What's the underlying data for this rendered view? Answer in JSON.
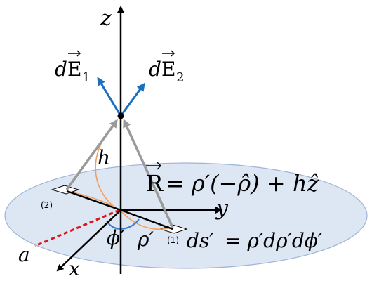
{
  "colors": {
    "disk_fill": "#dde6f3",
    "disk_stroke": "#9fb4d8",
    "field_vector": "#1a6fc0",
    "r_vector": "#9a9a9a",
    "radius_line": "#e0141b",
    "arc_orange": "#f0a060",
    "arc_blue": "#3a7fd0",
    "axes": "#000000"
  },
  "icons": {
    "axes": "cartesian-axes",
    "field_vectors": "arrow-up-left / arrow-up-right",
    "source_elements": "rectangle-patch"
  },
  "labels": {
    "z_axis": "z",
    "y_axis": "y",
    "x_axis": "x",
    "dE1_prefix": "d",
    "dE1_symbol": "E",
    "dE1_sub": "1",
    "dE2_prefix": "d",
    "dE2_symbol": "E",
    "dE2_sub": "2",
    "height": "h",
    "R_symbol": "R",
    "R_rhs": "= ρ′(−ρ̂) + hẑ",
    "ds_label": "ds′",
    "ds_rhs": "= ρ′dρ′dϕ′",
    "phi_prime": "ϕ′",
    "rho_prime": "ρ′",
    "radius_a": "a",
    "element_1": "(1)",
    "element_2": "(2)"
  }
}
